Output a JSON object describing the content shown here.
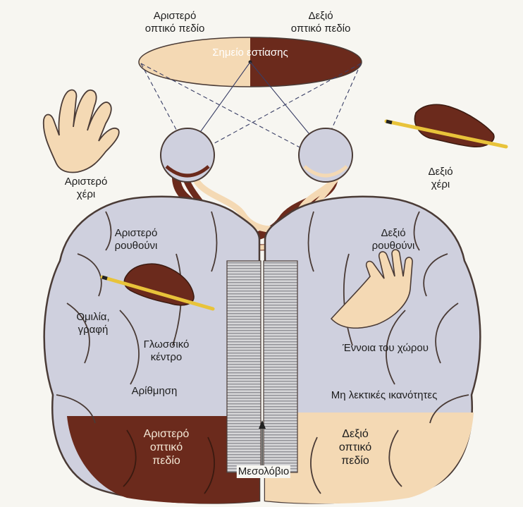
{
  "labels": {
    "left_visual_field_top": "Αριστερό\nοπτικό πεδίο",
    "right_visual_field_top": "Δεξιό\nοπτικό πεδίο",
    "fixation_point": "Σημείο εστίασης",
    "left_hand": "Αριστερό\nχέρι",
    "right_hand": "Δεξιό\nχέρι",
    "left_nostril": "Αριστερό\nρουθούνι",
    "right_nostril": "Δεξιό\nρουθούνι",
    "speech_writing": "Ομιλία,\nγραφή",
    "language_center": "Γλωσσικό\nκέντρο",
    "spatial_sense": "Έννοια του χώρου",
    "counting": "Αρίθμηση",
    "nonverbal_skills": "Μη λεκτικές ικανότητες",
    "left_visual_field_bottom": "Αριστερό\nοπτικό\nπεδίο",
    "right_visual_field_bottom": "Δεξιό\nοπτικό\nπεδίο",
    "corpus_callosum": "Μεσολόβιο"
  },
  "colors": {
    "brain": "#cfd0de",
    "brain_outline": "#4a3b36",
    "dark_brown": "#6b2a1c",
    "skin": "#f4d9b4",
    "callosum": "#c9c9cc"
  },
  "icons": [
    "left-hand-icon",
    "right-hand-writing-icon",
    "writing-hand-icon",
    "open-hand-icon"
  ]
}
